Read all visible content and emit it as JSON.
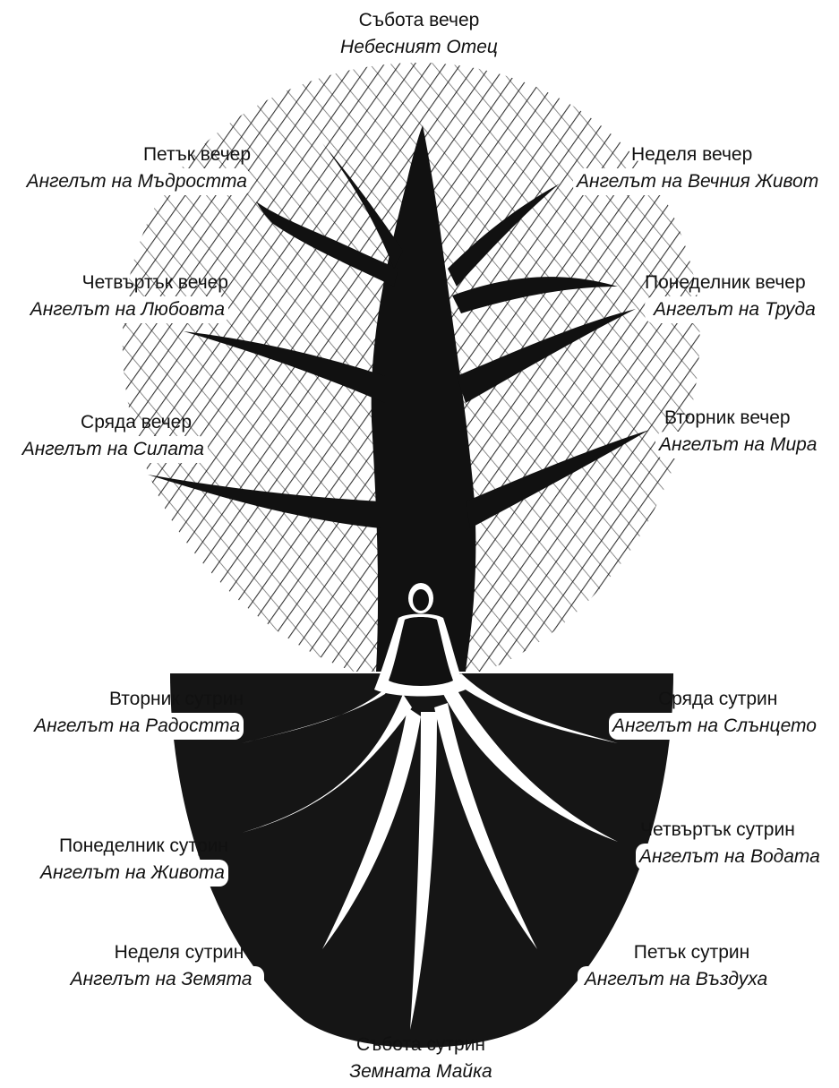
{
  "labels": {
    "sat_eve": {
      "day": "Събота вечер",
      "angel": "Небесният Отец"
    },
    "fri_eve": {
      "day": "Петък вечер",
      "angel": "Ангелът на Мъдростта"
    },
    "sun_eve": {
      "day": "Неделя вечер",
      "angel": "Ангелът на Вечния Живот"
    },
    "thu_eve": {
      "day": "Четвъртък вечер",
      "angel": "Ангелът на Любовта"
    },
    "mon_eve": {
      "day": "Понеделник вечер",
      "angel": "Ангелът на Труда"
    },
    "wed_eve": {
      "day": "Сряда вечер",
      "angel": "Ангелът на Силата"
    },
    "tue_eve": {
      "day": "Вторник вечер",
      "angel": "Ангелът на Мира"
    },
    "tue_mor": {
      "day": "Вторник сутрин",
      "angel": "Ангелът на Радостта"
    },
    "wed_mor": {
      "day": "Сряда сутрин",
      "angel": "Ангелът на Слънцето"
    },
    "mon_mor": {
      "day": "Понеделник сутрин",
      "angel": "Ангелът на Живота"
    },
    "thu_mor": {
      "day": "Четвъртък сутрин",
      "angel": "Ангелът на Водата"
    },
    "sun_mor": {
      "day": "Неделя сутрин",
      "angel": "Ангелът на Земята"
    },
    "fri_mor": {
      "day": "Петък сутрин",
      "angel": "Ангелът на Въздуха"
    },
    "sat_mor": {
      "day": "Събота сутрин",
      "angel": "Земната Майка"
    }
  }
}
